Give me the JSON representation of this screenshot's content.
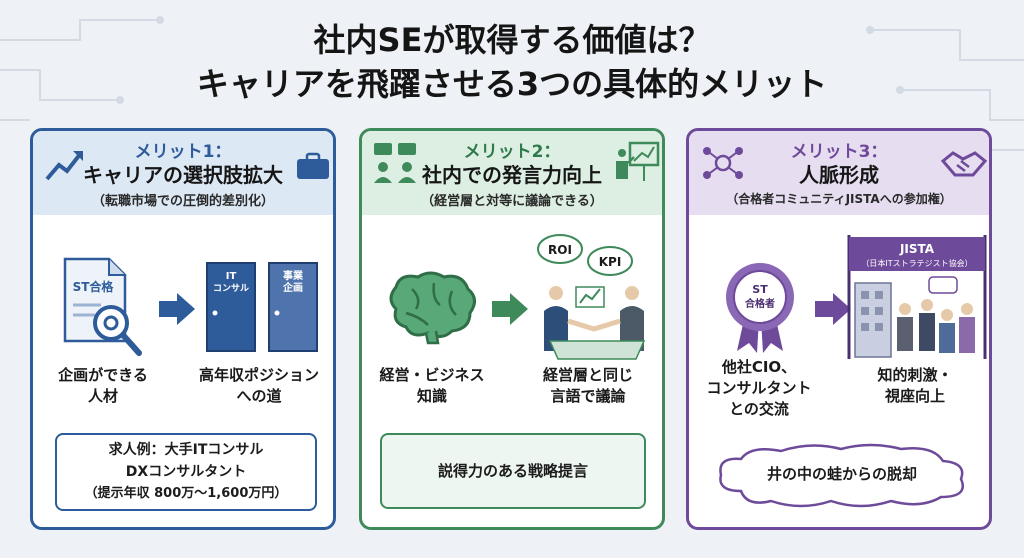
{
  "title": {
    "line1": "社内SEが取得する価値は？",
    "line2": "キャリアを飛躍させる3つの具体的メリット"
  },
  "panels": [
    {
      "tag": "メリット1：",
      "title": "キャリアの選択肢拡大",
      "subtitle": "（転職市場での圧倒的差別化）",
      "doc_label": "ST合格",
      "door1": "IT\nコンサル",
      "door1_l1": "IT",
      "door1_l2": "コンサル",
      "door2_l1": "事業",
      "door2_l2": "企画",
      "left_label": [
        "企画ができる",
        "人材"
      ],
      "right_label": [
        "高年収ポジション",
        "への道"
      ],
      "callout": [
        "求人例：大手ITコンサル",
        "DXコンサルタント",
        "（提示年収 800万〜1,600万円）"
      ]
    },
    {
      "tag": "メリット2：",
      "title": "社内での発言力向上",
      "subtitle": "（経営層と対等に議論できる）",
      "bubble1": "ROI",
      "bubble2": "KPI",
      "left_label": [
        "経営・ビジネス",
        "知識"
      ],
      "right_label": [
        "経営層と同じ",
        "言語で議論"
      ],
      "callout": "説得力のある戦略提言"
    },
    {
      "tag": "メリット3：",
      "title": "人脈形成",
      "subtitle": "（合格者コミュニティJISTAへの参加権）",
      "badge_l1": "ST",
      "badge_l2": "合格者",
      "banner_l1": "JISTA",
      "banner_l2": "（日本ITストラテジスト協会）",
      "left_label": [
        "他社CIO、",
        "コンサルタント",
        "との交流"
      ],
      "right_label": [
        "知的刺激・",
        "視座向上"
      ],
      "callout": "井の中の蛙からの脱却"
    }
  ],
  "colors": {
    "blue": "#2e5b9a",
    "green": "#3f8a5a",
    "purple": "#6e4a9a"
  }
}
